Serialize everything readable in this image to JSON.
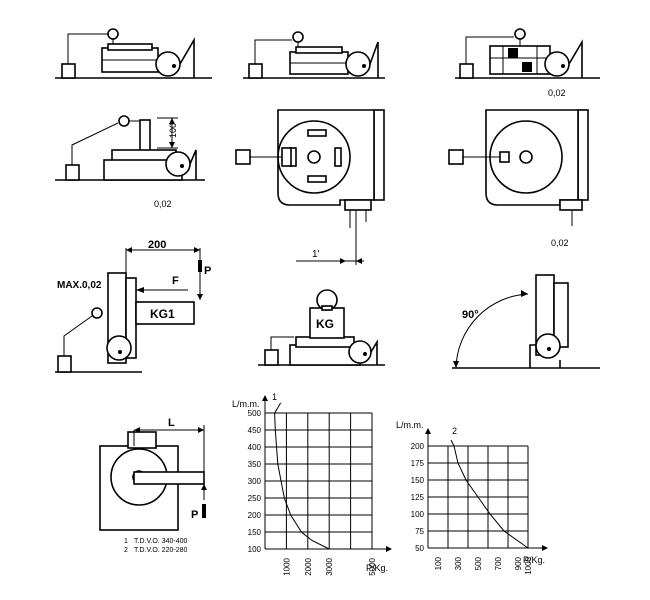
{
  "values": {
    "v1": "0,02",
    "v2": "0,02",
    "v3": "0,02"
  },
  "dimensions": {
    "height_100": "100",
    "arm_200": "200",
    "angle_1": "1'",
    "max": "MAX.0,02",
    "force_f": "F",
    "force_p": "P",
    "weight_kg1": "KG1",
    "weight_kg": "KG",
    "angle_90": "90°",
    "length_l": "L",
    "force_p2": "P"
  },
  "legend": {
    "item1_num": "1",
    "item1_text": "T.D.V.O. 340-400",
    "item2_num": "2",
    "item2_text": "T.D.V.O. 220-280"
  },
  "chart_data": [
    {
      "type": "line",
      "ylabel": "L/m.m.",
      "xlabel": "P/Kg.",
      "yticks": [
        100,
        150,
        200,
        250,
        300,
        350,
        400,
        450,
        500
      ],
      "xticks": [
        1000,
        2000,
        3000,
        5000
      ],
      "xlim": [
        0,
        5000
      ],
      "ylim": [
        100,
        500
      ],
      "series": [
        {
          "name": "1",
          "points": [
            [
              450,
              500
            ],
            [
              480,
              450
            ],
            [
              600,
              350
            ],
            [
              900,
              250
            ],
            [
              1200,
              200
            ],
            [
              1700,
              150
            ],
            [
              2200,
              125
            ],
            [
              3000,
              100
            ]
          ]
        }
      ]
    },
    {
      "type": "line",
      "ylabel": "L/m.m.",
      "xlabel": "P/Kg.",
      "yticks": [
        50,
        75,
        100,
        125,
        150,
        175,
        200
      ],
      "xticks": [
        100,
        300,
        500,
        700,
        900,
        1000
      ],
      "xlim": [
        0,
        1000
      ],
      "ylim": [
        50,
        200
      ],
      "series": [
        {
          "name": "2",
          "points": [
            [
              260,
              200
            ],
            [
              300,
              175
            ],
            [
              380,
              150
            ],
            [
              500,
              125
            ],
            [
              620,
              100
            ],
            [
              760,
              75
            ],
            [
              1000,
              50
            ]
          ]
        }
      ]
    }
  ]
}
